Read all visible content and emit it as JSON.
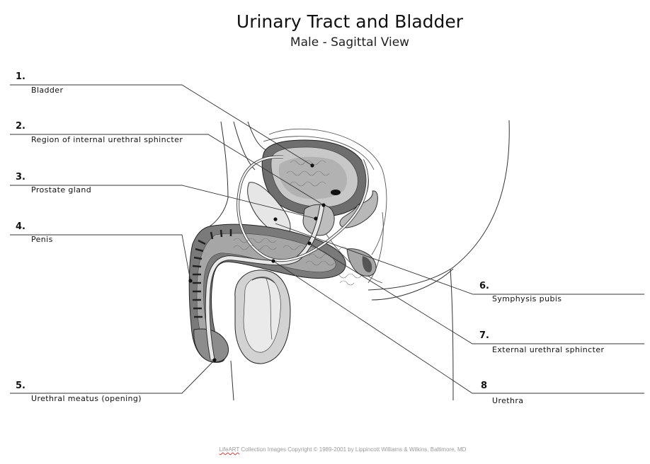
{
  "header": {
    "title": "Urinary Tract and Bladder",
    "subtitle": "Male - Sagittal View"
  },
  "labels_left": [
    {
      "number": "1.",
      "text": "Bladder"
    },
    {
      "number": "2.",
      "text": "Region of internal urethral sphincter"
    },
    {
      "number": "3.",
      "text": "Prostate gland"
    },
    {
      "number": "4.",
      "text": "Penis"
    },
    {
      "number": "5.",
      "text": "Urethral meatus (opening)"
    }
  ],
  "labels_right": [
    {
      "number": "6.",
      "text": "Symphysis pubis"
    },
    {
      "number": "7.",
      "text": "External urethral sphincter"
    },
    {
      "number": "8",
      "text": "Urethra"
    }
  ],
  "footer": {
    "brand": "LifeART",
    "copyright": " Collection Images Copyright © 1989-2001 by Lippincott Williams & Wilkins, Baltimore, MD"
  }
}
